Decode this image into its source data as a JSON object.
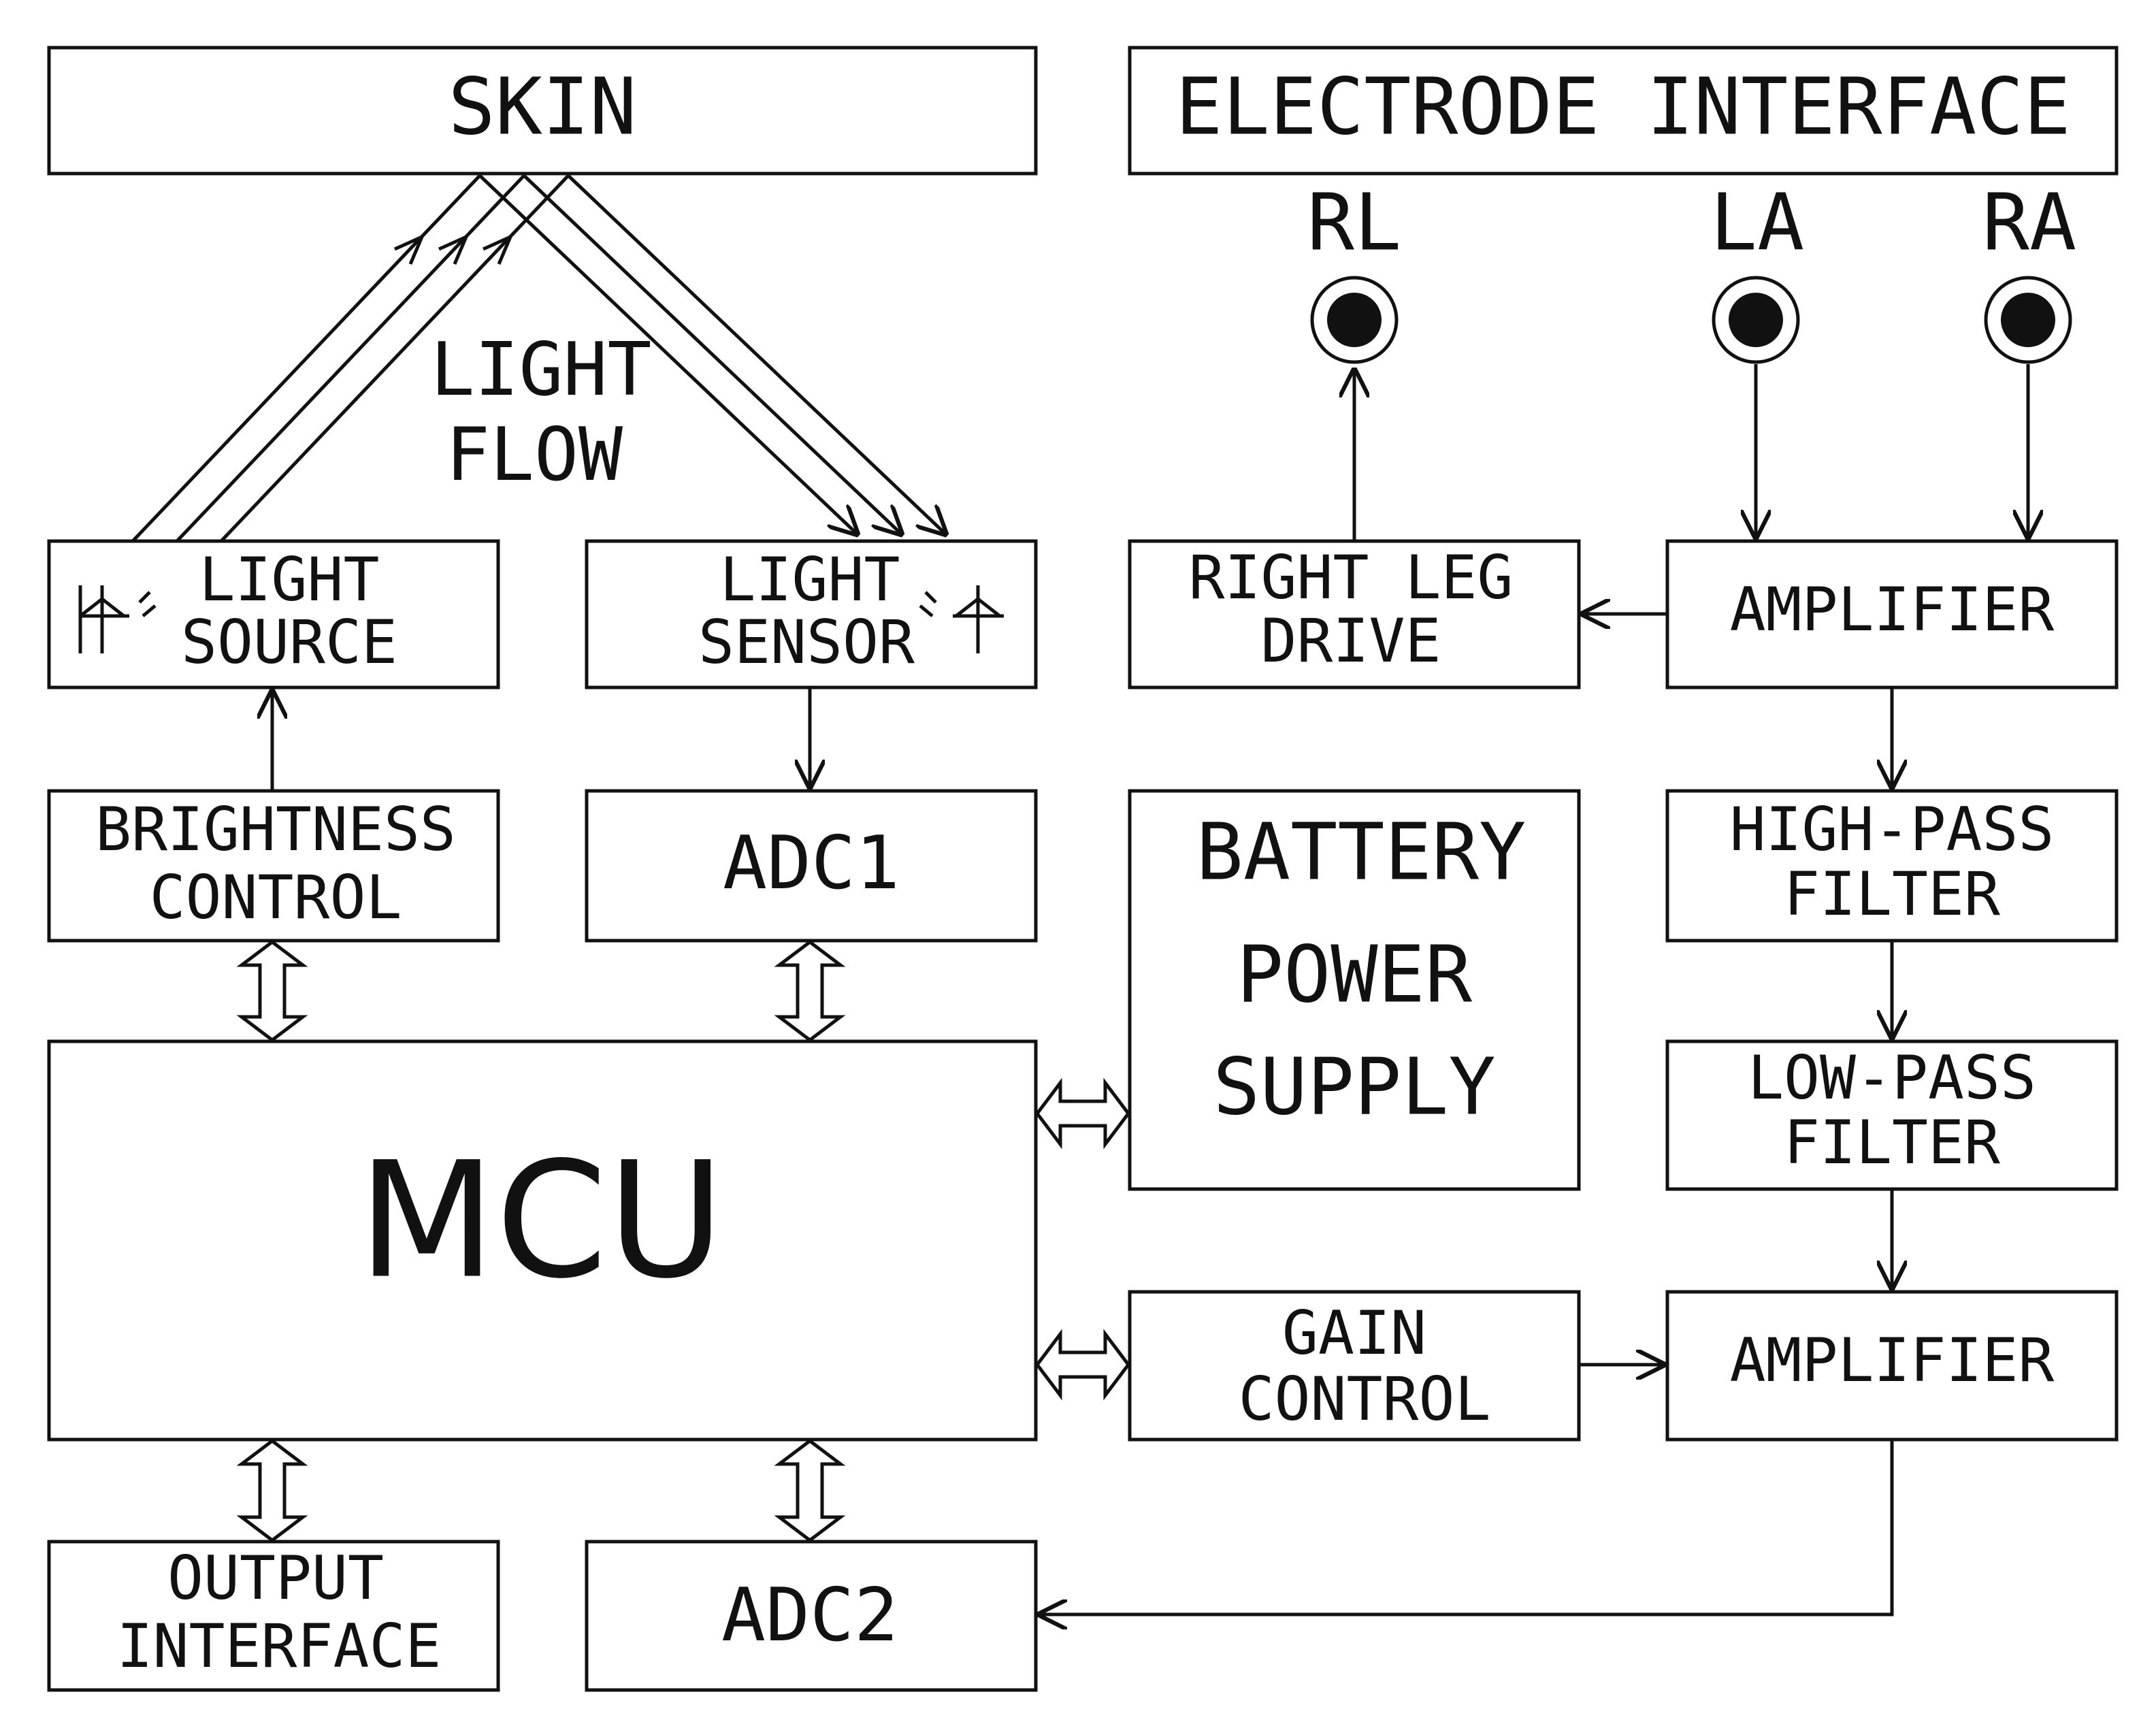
{
  "blocks": {
    "skin": "SKIN",
    "electrode_interface": "ELECTRODE INTERFACE",
    "light_flow": [
      "LIGHT",
      "FLOW"
    ],
    "light_source": [
      "LIGHT",
      "SOURCE"
    ],
    "light_sensor": [
      "LIGHT",
      "SENSOR"
    ],
    "brightness_control": [
      "BRIGHTNESS",
      "CONTROL"
    ],
    "adc1": "ADC1",
    "battery_power_supply": [
      "BATTERY",
      "POWER",
      "SUPPLY"
    ],
    "mcu": "MCU",
    "gain_control": [
      "GAIN",
      "CONTROL"
    ],
    "output_interface": [
      "OUTPUT",
      "INTERFACE"
    ],
    "adc2": "ADC2",
    "right_leg_drive": [
      "RIGHT LEG",
      "DRIVE"
    ],
    "amplifier_top": "AMPLIFIER",
    "high_pass_filter": [
      "HIGH-PASS",
      "FILTER"
    ],
    "low_pass_filter": [
      "LOW-PASS",
      "FILTER"
    ],
    "amplifier_bottom": "AMPLIFIER"
  },
  "electrodes": {
    "rl": "RL",
    "la": "LA",
    "ra": "RA"
  }
}
